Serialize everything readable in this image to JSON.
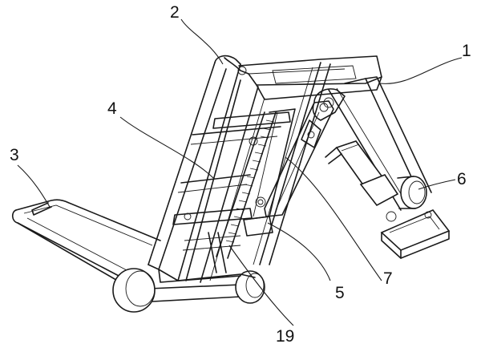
{
  "callouts": {
    "c1": "1",
    "c2": "2",
    "c3": "3",
    "c4": "4",
    "c5": "5",
    "c6": "6",
    "c7": "7",
    "c19": "19"
  }
}
